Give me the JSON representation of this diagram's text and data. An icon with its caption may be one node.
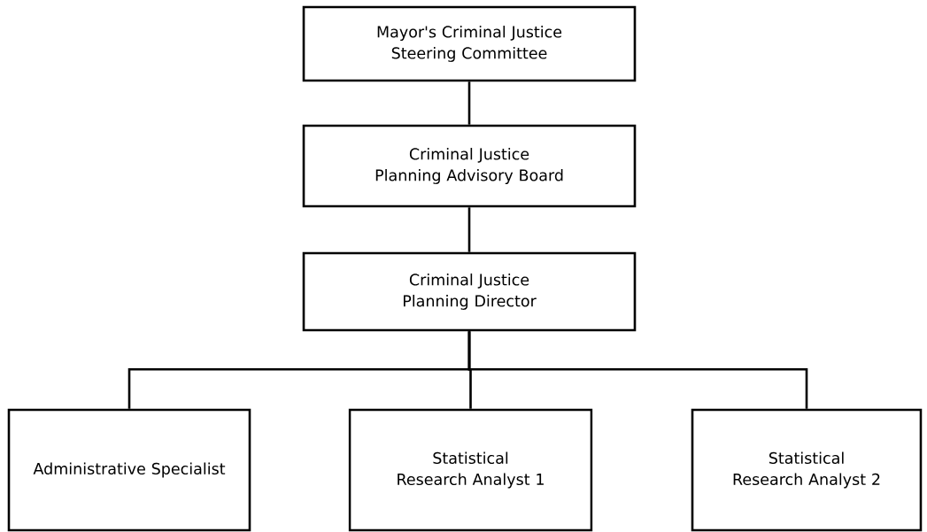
{
  "diagram": {
    "nodes": [
      {
        "text": [
          "Mayor's Criminal Justice Steering Committee"
        ]
      },
      {
        "text": [
          "Criminal Justice Planning Advisory Board"
        ]
      },
      {
        "text": [
          "Criminal Justice Planning Director"
        ]
      },
      {
        "text": [
          "Administrative Specialist"
        ]
      },
      {
        "text": [
          "Statistical Research Analyst 1"
        ]
      },
      {
        "text": [
          "Statistical Research Analyst 2"
        ]
      }
    ],
    "edges": [
      {
        "from": 0,
        "to": 1,
        "arrow": "none"
      },
      {
        "from": 1,
        "to": 2,
        "arrow": "none"
      },
      {
        "from": 2,
        "to": 3,
        "arrow": "none"
      },
      {
        "from": 2,
        "to": 4,
        "arrow": "none"
      },
      {
        "from": 2,
        "to": 5,
        "arrow": "none"
      }
    ]
  }
}
